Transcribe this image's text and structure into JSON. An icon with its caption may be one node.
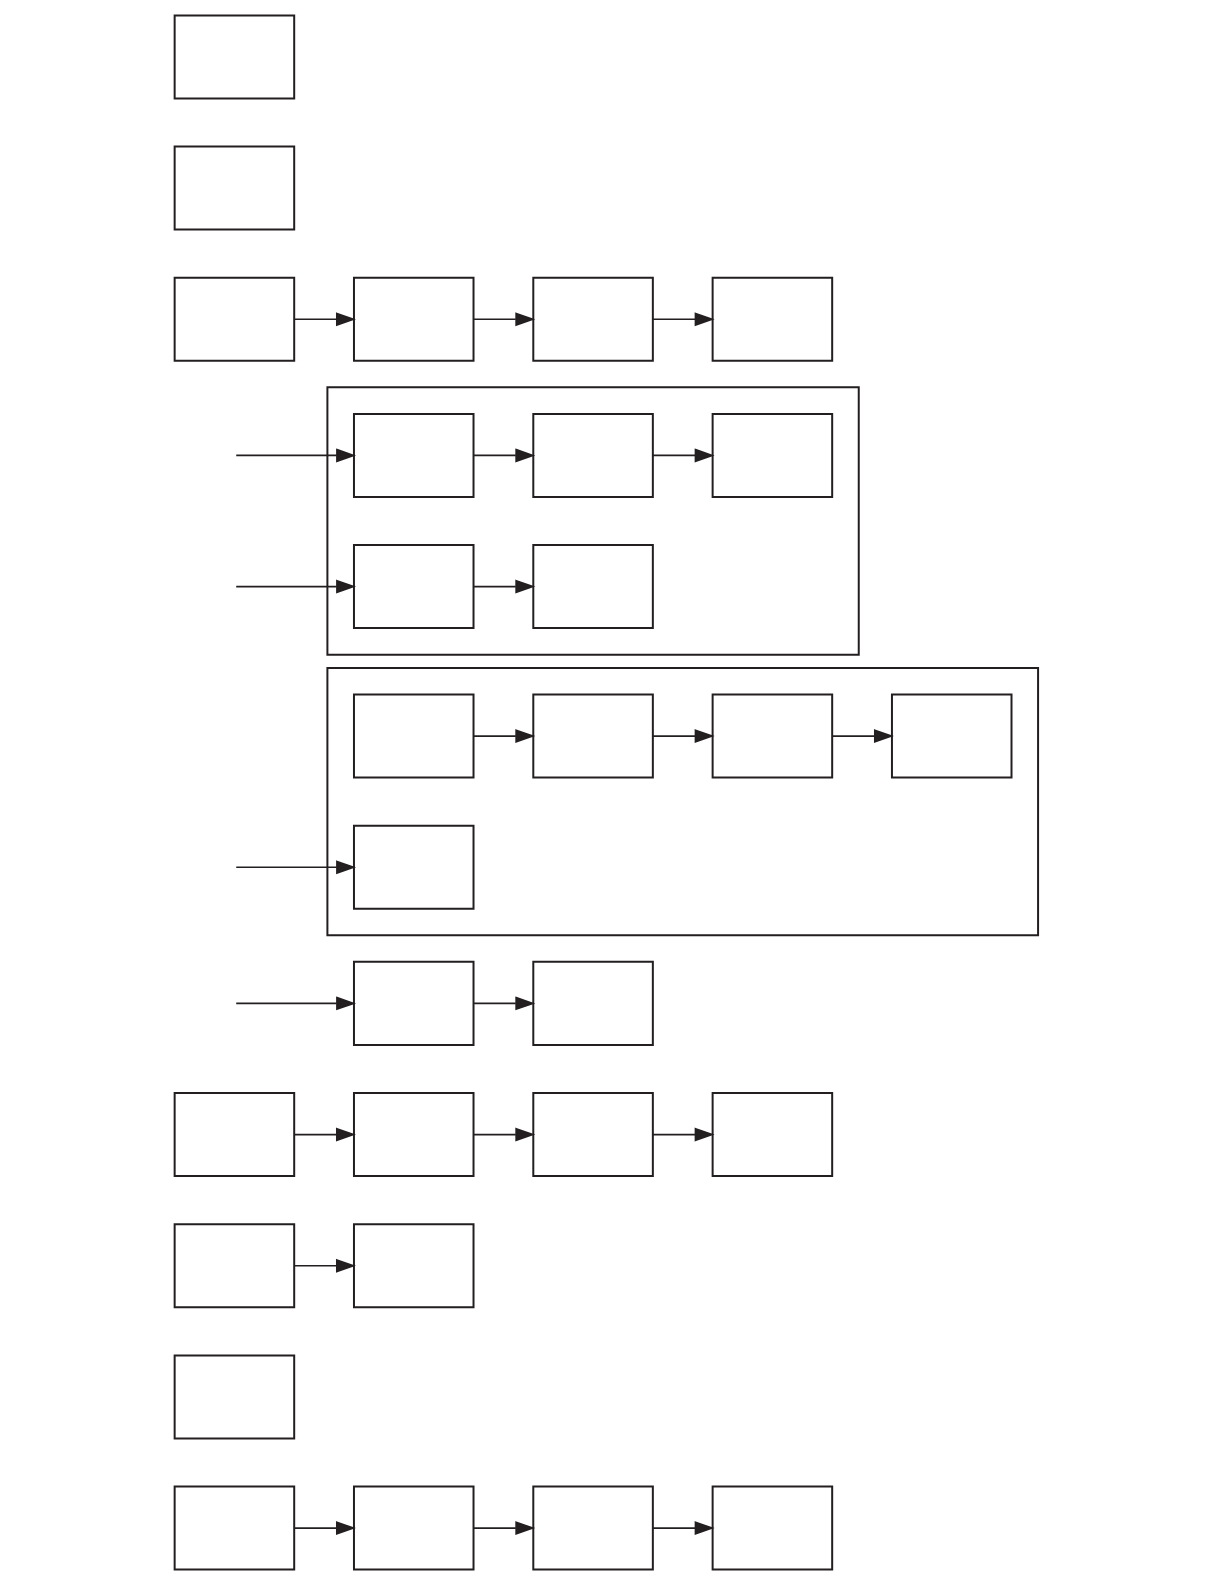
{
  "diagram": {
    "nodes": [
      {
        "text": [],
        "shape": "box"
      },
      {
        "text": [],
        "shape": "box"
      },
      {
        "text": [],
        "shape": "box"
      },
      {
        "text": [],
        "shape": "box"
      },
      {
        "text": [],
        "shape": "box"
      },
      {
        "text": [],
        "shape": "box"
      },
      {
        "text": [],
        "shape": "box"
      },
      {
        "text": [],
        "shape": "box"
      },
      {
        "text": [],
        "shape": "box"
      },
      {
        "text": [],
        "shape": "box"
      },
      {
        "text": [],
        "shape": "box"
      },
      {
        "text": [],
        "shape": "box"
      },
      {
        "text": [],
        "shape": "box"
      },
      {
        "text": [],
        "shape": "box"
      },
      {
        "text": [],
        "shape": "box",
        "in": 13
      },
      {
        "text": [],
        "shape": "box",
        "in": 13
      },
      {
        "text": [],
        "shape": "box",
        "in": 13
      },
      {
        "text": [],
        "shape": "box",
        "in": 13
      },
      {
        "text": [],
        "shape": "box",
        "in": 13
      },
      {
        "text": [],
        "shape": "box"
      },
      {
        "text": [],
        "shape": "box",
        "in": 19
      },
      {
        "text": [],
        "shape": "box",
        "in": 19
      },
      {
        "text": [],
        "shape": "box",
        "in": 19
      },
      {
        "text": [],
        "shape": "box",
        "in": 19
      },
      {
        "text": [],
        "shape": "box",
        "in": 19
      },
      {
        "text": [],
        "shape": "box"
      },
      {
        "text": [],
        "shape": "box"
      },
      {
        "text": [],
        "shape": "box"
      },
      {
        "text": [],
        "shape": "box"
      },
      {
        "text": [],
        "shape": "box"
      },
      {
        "text": [],
        "shape": "box"
      }
    ],
    "edges": [
      {
        "from": 0,
        "to": 1,
        "arrow": "to"
      },
      {
        "from": 1,
        "to": 2,
        "arrow": "to"
      },
      {
        "from": 2,
        "to": 3,
        "arrow": "to"
      },
      {
        "from": 5,
        "to": 6,
        "arrow": "to"
      },
      {
        "from": 7,
        "to": 8,
        "arrow": "to"
      },
      {
        "from": 8,
        "to": 9,
        "arrow": "to"
      },
      {
        "from": 9,
        "to": 10,
        "arrow": "to"
      },
      {
        "from": null,
        "to": 11,
        "arrow": "to"
      },
      {
        "from": 11,
        "to": 12,
        "arrow": "to"
      },
      {
        "from": 14,
        "to": 15,
        "arrow": "to"
      },
      {
        "from": 15,
        "to": 16,
        "arrow": "to"
      },
      {
        "from": 16,
        "to": 17,
        "arrow": "to"
      },
      {
        "from": null,
        "to": 18,
        "arrow": "to"
      },
      {
        "from": null,
        "to": 20,
        "arrow": "to"
      },
      {
        "from": 20,
        "to": 21,
        "arrow": "to"
      },
      {
        "from": 21,
        "to": 22,
        "arrow": "to"
      },
      {
        "from": null,
        "to": 23,
        "arrow": "to"
      },
      {
        "from": 23,
        "to": 24,
        "arrow": "to"
      },
      {
        "from": 25,
        "to": 26,
        "arrow": "to"
      },
      {
        "from": 26,
        "to": 27,
        "arrow": "to"
      },
      {
        "from": 27,
        "to": 28,
        "arrow": "to"
      }
    ]
  }
}
